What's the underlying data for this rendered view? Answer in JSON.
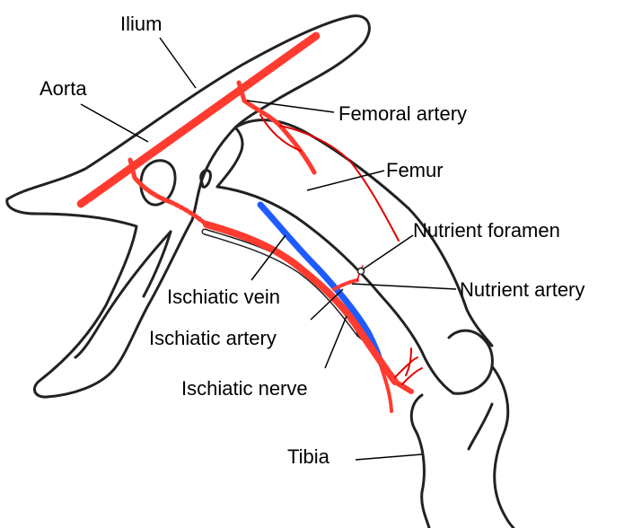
{
  "labels": {
    "ilium": "Ilium",
    "aorta": "Aorta",
    "femoral_artery": "Femoral artery",
    "femur": "Femur",
    "nutrient_foramen": "Nutrient foramen",
    "nutrient_artery": "Nutrient artery",
    "ischiatic_vein": "Ischiatic vein",
    "ischiatic_artery": "Ischiatic artery",
    "ischiatic_nerve": "Ischiatic nerve",
    "tibia": "Tibia"
  },
  "colors": {
    "artery": "#ff3b30",
    "artery_dark": "#e00000",
    "vein": "#1f5cff",
    "bone_outline": "#222222",
    "leader": "#000000"
  }
}
